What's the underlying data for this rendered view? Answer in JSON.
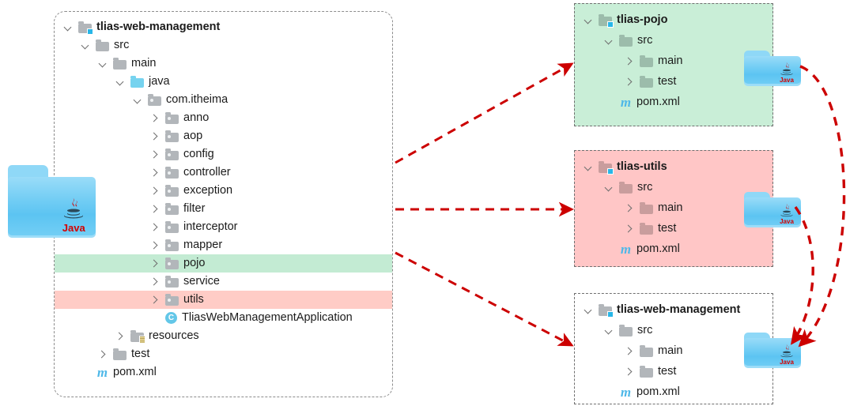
{
  "diagram": {
    "title": "Maven module split of tlias-web-management project",
    "colors": {
      "highlight_green": "#c3ebd3",
      "highlight_red": "#ffccc6",
      "panel_green": "#c9eed7",
      "panel_red": "#ffc6c6",
      "arrow_red": "#cc0000",
      "border_dash": "#8c8c8c",
      "module_badge_blue": "#27b6e8",
      "maven_blue": "#4fb8e8",
      "class_icon_blue": "#63c7e8"
    }
  },
  "left_panel": {
    "name": "tlias-web-management-project-tree",
    "rows": [
      {
        "label": "tlias-web-management",
        "indent": 0,
        "chevron": "down",
        "icon": "folder-module",
        "bold": true,
        "highlight": "none"
      },
      {
        "label": "src",
        "indent": 1,
        "chevron": "down",
        "icon": "folder",
        "bold": false,
        "highlight": "none"
      },
      {
        "label": "main",
        "indent": 2,
        "chevron": "down",
        "icon": "folder",
        "bold": false,
        "highlight": "none"
      },
      {
        "label": "java",
        "indent": 3,
        "chevron": "down",
        "icon": "folder-sources",
        "bold": false,
        "highlight": "none"
      },
      {
        "label": "com.itheima",
        "indent": 4,
        "chevron": "down",
        "icon": "folder-package",
        "bold": false,
        "highlight": "none"
      },
      {
        "label": "anno",
        "indent": 5,
        "chevron": "right",
        "icon": "folder-package",
        "bold": false,
        "highlight": "none"
      },
      {
        "label": "aop",
        "indent": 5,
        "chevron": "right",
        "icon": "folder-package",
        "bold": false,
        "highlight": "none"
      },
      {
        "label": "config",
        "indent": 5,
        "chevron": "right",
        "icon": "folder-package",
        "bold": false,
        "highlight": "none"
      },
      {
        "label": "controller",
        "indent": 5,
        "chevron": "right",
        "icon": "folder-package",
        "bold": false,
        "highlight": "none"
      },
      {
        "label": "exception",
        "indent": 5,
        "chevron": "right",
        "icon": "folder-package",
        "bold": false,
        "highlight": "none"
      },
      {
        "label": "filter",
        "indent": 5,
        "chevron": "right",
        "icon": "folder-package",
        "bold": false,
        "highlight": "none"
      },
      {
        "label": "interceptor",
        "indent": 5,
        "chevron": "right",
        "icon": "folder-package",
        "bold": false,
        "highlight": "none"
      },
      {
        "label": "mapper",
        "indent": 5,
        "chevron": "right",
        "icon": "folder-package",
        "bold": false,
        "highlight": "none"
      },
      {
        "label": "pojo",
        "indent": 5,
        "chevron": "right",
        "icon": "folder-package",
        "bold": false,
        "highlight": "green"
      },
      {
        "label": "service",
        "indent": 5,
        "chevron": "right",
        "icon": "folder-package",
        "bold": false,
        "highlight": "none"
      },
      {
        "label": "utils",
        "indent": 5,
        "chevron": "right",
        "icon": "folder-package",
        "bold": false,
        "highlight": "red"
      },
      {
        "label": "TliasWebManagementApplication",
        "indent": 5,
        "chevron": "none",
        "icon": "class",
        "bold": false,
        "highlight": "none"
      },
      {
        "label": "resources",
        "indent": 3,
        "chevron": "right",
        "icon": "folder-resources",
        "bold": false,
        "highlight": "none"
      },
      {
        "label": "test",
        "indent": 2,
        "chevron": "right",
        "icon": "folder",
        "bold": false,
        "highlight": "none"
      },
      {
        "label": "pom.xml",
        "indent": 1,
        "chevron": "none",
        "icon": "maven",
        "bold": false,
        "highlight": "none"
      }
    ]
  },
  "right_panels": [
    {
      "id": "tlias-pojo",
      "tone": "green",
      "rows": [
        {
          "label": "tlias-pojo",
          "indent": 0,
          "chevron": "down",
          "icon": "folder-module",
          "bold": true
        },
        {
          "label": "src",
          "indent": 1,
          "chevron": "down",
          "icon": "folder",
          "bold": false
        },
        {
          "label": "main",
          "indent": 2,
          "chevron": "right",
          "icon": "folder",
          "bold": false
        },
        {
          "label": "test",
          "indent": 2,
          "chevron": "right",
          "icon": "folder",
          "bold": false
        },
        {
          "label": "pom.xml",
          "indent": 1,
          "chevron": "none",
          "icon": "maven",
          "bold": false
        }
      ]
    },
    {
      "id": "tlias-utils",
      "tone": "red",
      "rows": [
        {
          "label": "tlias-utils",
          "indent": 0,
          "chevron": "down",
          "icon": "folder-module",
          "bold": true
        },
        {
          "label": "src",
          "indent": 1,
          "chevron": "down",
          "icon": "folder",
          "bold": false
        },
        {
          "label": "main",
          "indent": 2,
          "chevron": "right",
          "icon": "folder",
          "bold": false
        },
        {
          "label": "test",
          "indent": 2,
          "chevron": "right",
          "icon": "folder",
          "bold": false
        },
        {
          "label": "pom.xml",
          "indent": 1,
          "chevron": "none",
          "icon": "maven",
          "bold": false
        }
      ]
    },
    {
      "id": "tlias-web-management",
      "tone": "plain",
      "rows": [
        {
          "label": "tlias-web-management",
          "indent": 0,
          "chevron": "down",
          "icon": "folder-module",
          "bold": true
        },
        {
          "label": "src",
          "indent": 1,
          "chevron": "down",
          "icon": "folder",
          "bold": false
        },
        {
          "label": "main",
          "indent": 2,
          "chevron": "right",
          "icon": "folder",
          "bold": false
        },
        {
          "label": "test",
          "indent": 2,
          "chevron": "right",
          "icon": "folder",
          "bold": false
        },
        {
          "label": "pom.xml",
          "indent": 1,
          "chevron": "none",
          "icon": "maven",
          "bold": false
        }
      ]
    }
  ],
  "java_icons": [
    {
      "name": "java-folder-source",
      "caption": "Java"
    },
    {
      "name": "java-folder-pojo",
      "caption": "Java"
    },
    {
      "name": "java-folder-utils",
      "caption": "Java"
    },
    {
      "name": "java-folder-web",
      "caption": "Java"
    }
  ],
  "connectors": [
    {
      "name": "split-arrow-to-pojo",
      "style": "dashed",
      "color": "#cc0000"
    },
    {
      "name": "split-arrow-to-utils",
      "style": "dashed",
      "color": "#cc0000"
    },
    {
      "name": "split-arrow-to-web",
      "style": "dashed",
      "color": "#cc0000"
    },
    {
      "name": "dependency-pojo-to-web",
      "style": "dashed-curve",
      "color": "#cc0000"
    },
    {
      "name": "dependency-utils-to-web",
      "style": "dashed-curve",
      "color": "#cc0000"
    }
  ]
}
